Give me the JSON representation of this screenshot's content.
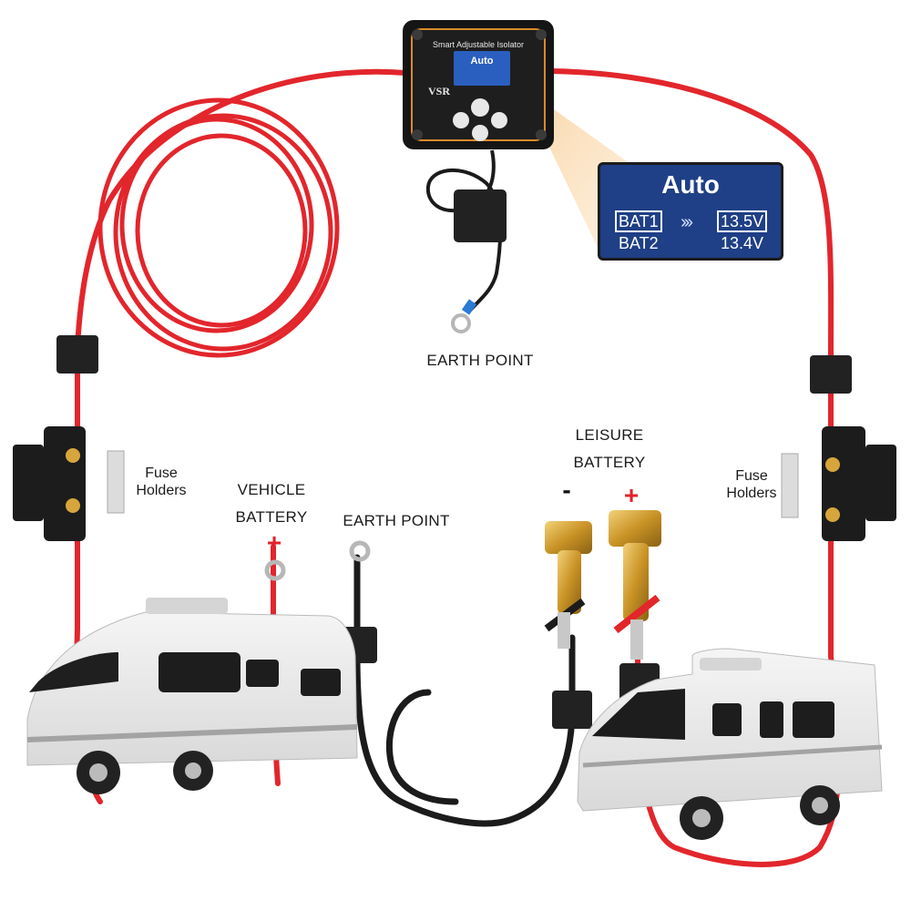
{
  "device": {
    "brand_text": "Smart Adjustable Isolator",
    "model_text": "VSR",
    "display": {
      "mode": "Auto",
      "bat1_label": "BAT1",
      "bat2_label": "BAT2",
      "bat1_voltage": "13.5V",
      "bat2_voltage": "13.4V"
    }
  },
  "labels": {
    "earth_point_top": "EARTH POINT",
    "earth_point_bottom": "EARTH POINT",
    "fuse_left": "Fuse\nHolders",
    "fuse_right": "Fuse\nHolders",
    "vehicle_battery_line1": "VEHICLE",
    "vehicle_battery_line2": "BATTERY",
    "vehicle_polarity": "+",
    "leisure_battery_line1": "LEISURE",
    "leisure_battery_line2": "BATTERY",
    "leisure_neg": "-",
    "leisure_pos": "+"
  },
  "colors": {
    "cable_red": "#e2262c",
    "cable_black": "#1b1b1b",
    "display_blue": "#1f3f86",
    "terminal_brass": "#d6a53c"
  }
}
